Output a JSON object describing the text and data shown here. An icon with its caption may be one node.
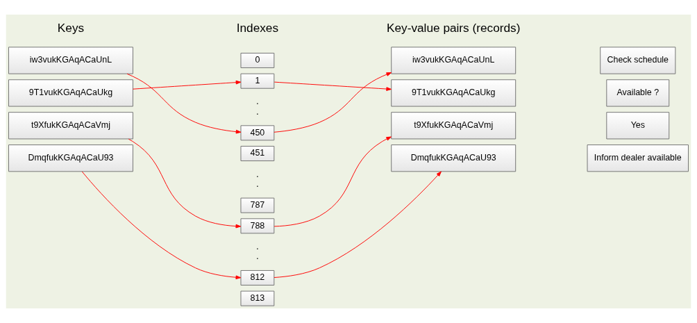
{
  "diagram": {
    "nodes": [
      {
        "text": [
          "iw3vukKGAqACaUnL"
        ]
      },
      {
        "text": [
          "9T1vukKGAqACaUkg"
        ]
      },
      {
        "text": [
          "t9XfukKGAqACaVmj"
        ]
      },
      {
        "text": [
          "DmqfukKGAqACaU93"
        ]
      },
      {
        "text": [
          "0"
        ]
      },
      {
        "text": [
          "1"
        ]
      },
      {
        "text": [
          "450"
        ]
      },
      {
        "text": [
          "451"
        ]
      },
      {
        "text": [
          "787"
        ]
      },
      {
        "text": [
          "788"
        ]
      },
      {
        "text": [
          "812"
        ]
      },
      {
        "text": [
          "813"
        ]
      },
      {
        "text": [
          "iw3vukKGAqACaUnL"
        ]
      },
      {
        "text": [
          "Check schedule"
        ]
      },
      {
        "text": [
          "9T1vukKGAqACaUkg"
        ]
      },
      {
        "text": [
          "Available ?"
        ]
      },
      {
        "text": [
          "t9XfukKGAqACaVmj"
        ]
      },
      {
        "text": [
          "Yes"
        ]
      },
      {
        "text": [
          "DmqfukKGAqACaU93"
        ]
      },
      {
        "text": [
          "Inform dealer available"
        ]
      }
    ],
    "edges": [
      {
        "from": 0,
        "to": 6,
        "arrow": "to"
      },
      {
        "from": 1,
        "to": 5,
        "arrow": "to"
      },
      {
        "from": 2,
        "to": 9,
        "arrow": "to"
      },
      {
        "from": 3,
        "to": 10,
        "arrow": "to"
      },
      {
        "from": 6,
        "to": 12,
        "arrow": "to"
      },
      {
        "from": 5,
        "to": 14,
        "arrow": "to"
      },
      {
        "from": 9,
        "to": 16,
        "arrow": "to"
      },
      {
        "from": 10,
        "to": 18,
        "arrow": "to"
      }
    ],
    "labels": [
      "Keys",
      "Indexes",
      "Key-value pairs (records)",
      ". .",
      ". .",
      ". ."
    ]
  }
}
